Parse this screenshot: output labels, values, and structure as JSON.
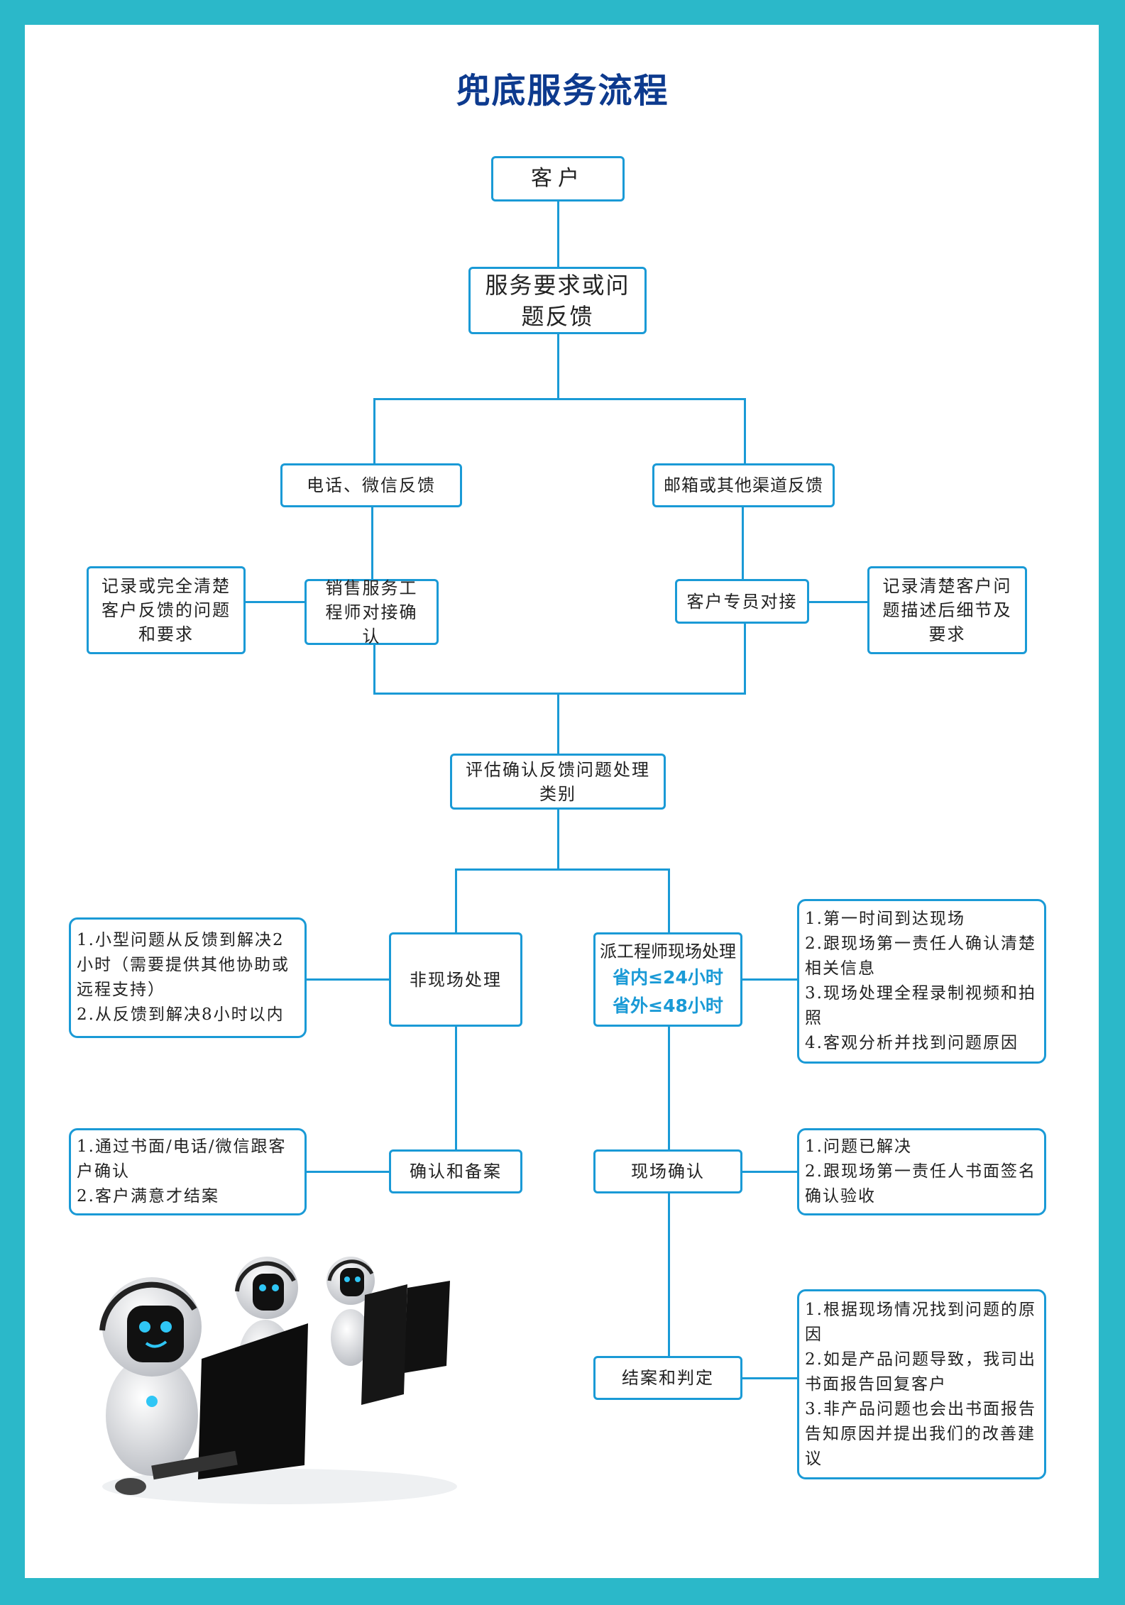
{
  "title": "兜底服务流程",
  "nodes": {
    "customer": "客户",
    "request": "服务要求或问题反馈",
    "phone": "电话、微信反馈",
    "email": "邮箱或其他渠道反馈",
    "sales": "销售服务工程师对接确认",
    "specialist": "客户专员对接",
    "assess": "评估确认反馈问题处理类别",
    "offsite": "非现场处理",
    "onsite": "派工程师现场处理",
    "onsite_in": "省内≤24小时",
    "onsite_out": "省外≤48小时",
    "confirm_record": "确认和备案",
    "site_confirm": "现场确认",
    "close": "结案和判定"
  },
  "notes": {
    "sales_note": "记录或完全清楚客户反馈的问题和要求",
    "specialist_note": "记录清楚客户问题描述后细节及要求",
    "offsite_note": [
      "1.小型问题从反馈到解决2小时（需要提供其他协助或远程支持）",
      "2.从反馈到解决8小时以内"
    ],
    "onsite_note": [
      "1.第一时间到达现场",
      "2.跟现场第一责任人确认清楚相关信息",
      "3.现场处理全程录制视频和拍照",
      "4.客观分析并找到问题原因"
    ],
    "confirm_note": [
      "1.通过书面/电话/微信跟客户确认",
      "2.客户满意才结案"
    ],
    "site_confirm_note": [
      "1.问题已解决",
      "2.跟现场第一责任人书面签名确认验收"
    ],
    "close_note": [
      "1.根据现场情况找到问题的原因",
      "2.如是产品问题导致，我司出书面报告回复客户",
      "3.非产品问题也会出书面报告告知原因并提出我们的改善建议"
    ]
  },
  "colors": {
    "frame": "#2bb8c9",
    "line": "#1a9ad6",
    "title": "#0d3a8e"
  }
}
